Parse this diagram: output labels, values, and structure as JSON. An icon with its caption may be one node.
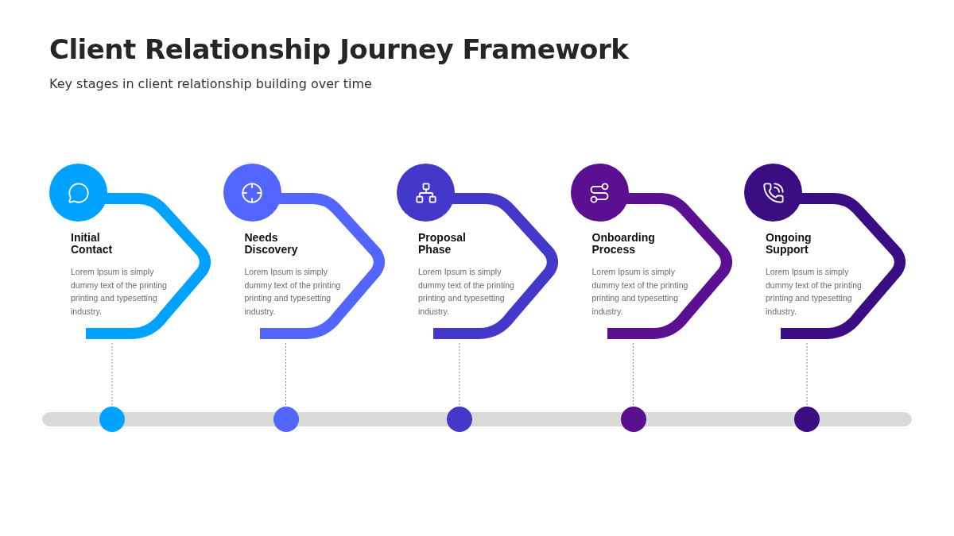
{
  "diagram": {
    "title": "Client Relationship Journey Framework",
    "caption": "Key stages in client relationship building over time",
    "nodes": [
      {
        "text": [
          "Initial Contact",
          "Lorem Ipsum is simply dummy text of the printing printing and typesetting industry."
        ]
      },
      {
        "text": [
          "Needs Discovery",
          "Lorem Ipsum is simply dummy text of the printing printing and typesetting industry."
        ]
      },
      {
        "text": [
          "Proposal Phase",
          "Lorem Ipsum is simply dummy text of the printing printing and typesetting industry."
        ]
      },
      {
        "text": [
          "Onboarding Process",
          "Lorem Ipsum is simply dummy text of the printing printing and typesetting industry."
        ]
      },
      {
        "text": [
          "Ongoing Support",
          "Lorem Ipsum is simply dummy text of the printing printing and typesetting industry."
        ]
      },
      {
        "text": [],
        "shape": "bar"
      },
      {
        "text": [],
        "shape": "circle"
      },
      {
        "text": [],
        "shape": "circle"
      },
      {
        "text": [],
        "shape": "circle"
      },
      {
        "text": [],
        "shape": "circle"
      },
      {
        "text": [],
        "shape": "circle"
      }
    ],
    "edges": [
      {
        "from": 0,
        "to": 6,
        "arrow": "none",
        "style": "dashed"
      },
      {
        "from": 1,
        "to": 7,
        "arrow": "none",
        "style": "dashed"
      },
      {
        "from": 2,
        "to": 8,
        "arrow": "none",
        "style": "dashed"
      },
      {
        "from": 3,
        "to": 9,
        "arrow": "none",
        "style": "dashed"
      },
      {
        "from": 4,
        "to": 10,
        "arrow": "none",
        "style": "dashed"
      }
    ]
  }
}
